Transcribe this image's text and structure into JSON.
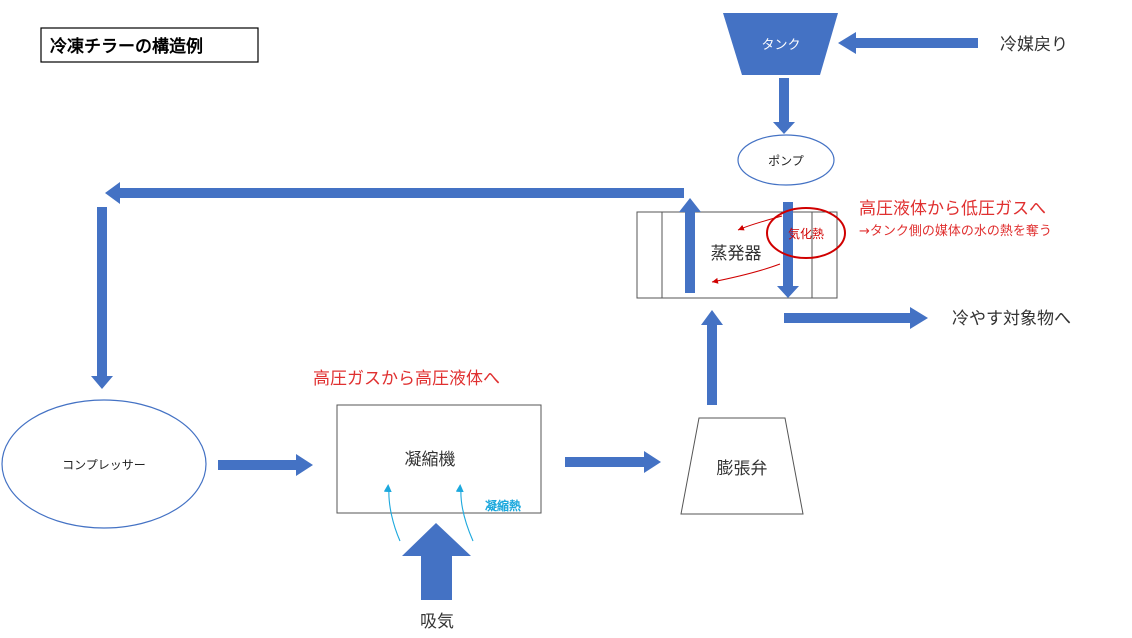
{
  "title": "冷凍チラーの構造例",
  "nodes": {
    "tank": "タンク",
    "pump": "ポンプ",
    "evaporator": "蒸発器",
    "compressor": "コンプレッサー",
    "condenser": "凝縮機",
    "expansion_valve": "膨張弁"
  },
  "labels": {
    "refrigerant_return": "冷媒戻り",
    "to_cooling_target": "冷やす対象物へ",
    "intake": "吸気",
    "heat_of_vaporization": "気化熱",
    "heat_of_condensation": "凝縮熱"
  },
  "annotations": {
    "evaporator_line1": "高圧液体から低圧ガスへ",
    "evaporator_line2": "→タンク側の媒体の水の熱を奪う",
    "condenser": "高圧ガスから高圧液体へ"
  },
  "colors": {
    "arrow_fill": "#4472C4",
    "node_fill": "#4472C4",
    "annotation_red": "#E03030",
    "circle_red": "#D00000",
    "heat_cyan": "#1CA8DD",
    "outline_gray": "#555555"
  }
}
